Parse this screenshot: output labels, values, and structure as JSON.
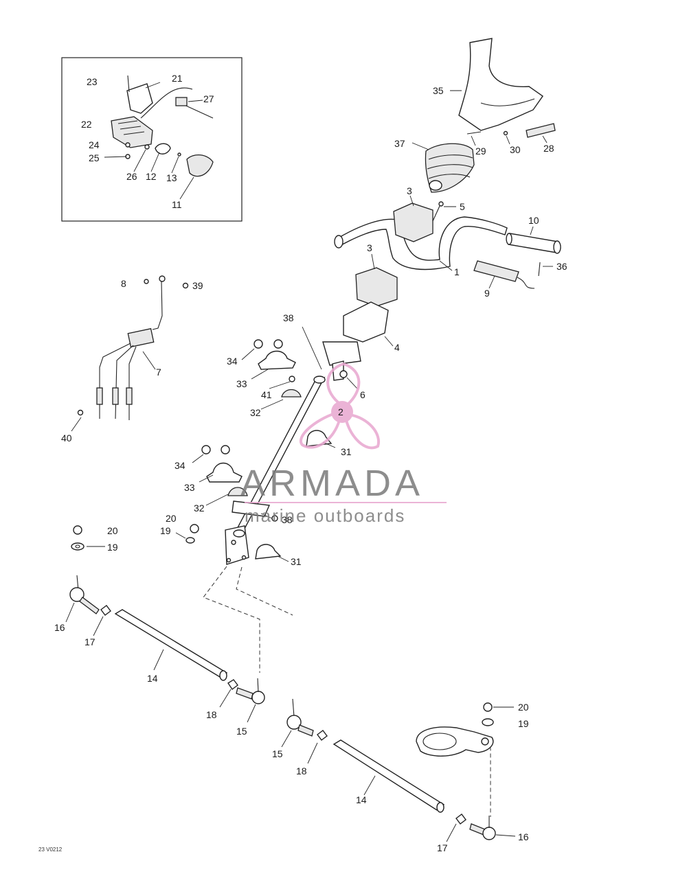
{
  "callouts": [
    {
      "id": "c1",
      "text": "1"
    },
    {
      "id": "c2",
      "text": "2"
    },
    {
      "id": "c3a",
      "text": "3"
    },
    {
      "id": "c3b",
      "text": "3"
    },
    {
      "id": "c4",
      "text": "4"
    },
    {
      "id": "c5",
      "text": "5"
    },
    {
      "id": "c6",
      "text": "6"
    },
    {
      "id": "c7",
      "text": "7"
    },
    {
      "id": "c8",
      "text": "8"
    },
    {
      "id": "c9",
      "text": "9"
    },
    {
      "id": "c10",
      "text": "10"
    },
    {
      "id": "c11",
      "text": "11"
    },
    {
      "id": "c12",
      "text": "12"
    },
    {
      "id": "c13",
      "text": "13"
    },
    {
      "id": "c14a",
      "text": "14"
    },
    {
      "id": "c14b",
      "text": "14"
    },
    {
      "id": "c15a",
      "text": "15"
    },
    {
      "id": "c15b",
      "text": "15"
    },
    {
      "id": "c16a",
      "text": "16"
    },
    {
      "id": "c16b",
      "text": "16"
    },
    {
      "id": "c17a",
      "text": "17"
    },
    {
      "id": "c17b",
      "text": "17"
    },
    {
      "id": "c18a",
      "text": "18"
    },
    {
      "id": "c18b",
      "text": "18"
    },
    {
      "id": "c19a",
      "text": "19"
    },
    {
      "id": "c19b",
      "text": "19"
    },
    {
      "id": "c19c",
      "text": "19"
    },
    {
      "id": "c20a",
      "text": "20"
    },
    {
      "id": "c20b",
      "text": "20"
    },
    {
      "id": "c20c",
      "text": "20"
    },
    {
      "id": "c21",
      "text": "21"
    },
    {
      "id": "c22",
      "text": "22"
    },
    {
      "id": "c23",
      "text": "23"
    },
    {
      "id": "c24",
      "text": "24"
    },
    {
      "id": "c25",
      "text": "25"
    },
    {
      "id": "c26",
      "text": "26"
    },
    {
      "id": "c27",
      "text": "27"
    },
    {
      "id": "c28",
      "text": "28"
    },
    {
      "id": "c29",
      "text": "29"
    },
    {
      "id": "c30",
      "text": "30"
    },
    {
      "id": "c31a",
      "text": "31"
    },
    {
      "id": "c31b",
      "text": "31"
    },
    {
      "id": "c32a",
      "text": "32"
    },
    {
      "id": "c32b",
      "text": "32"
    },
    {
      "id": "c33a",
      "text": "33"
    },
    {
      "id": "c33b",
      "text": "33"
    },
    {
      "id": "c34a",
      "text": "34"
    },
    {
      "id": "c34b",
      "text": "34"
    },
    {
      "id": "c35",
      "text": "35"
    },
    {
      "id": "c36",
      "text": "36"
    },
    {
      "id": "c37",
      "text": "37"
    },
    {
      "id": "c38a",
      "text": "38"
    },
    {
      "id": "c38b",
      "text": "38"
    },
    {
      "id": "c39",
      "text": "39"
    },
    {
      "id": "c40",
      "text": "40"
    },
    {
      "id": "c41",
      "text": "41"
    }
  ],
  "watermark": {
    "brand": "ARMADA",
    "tagline": "marine outboards",
    "color": "#e8a6cf",
    "text_color": "#7a7a7a"
  },
  "figure_code": "23 V0212"
}
